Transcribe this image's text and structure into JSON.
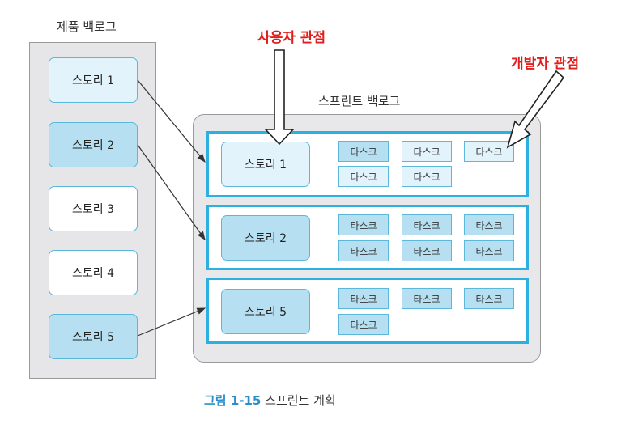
{
  "product_backlog": {
    "title": "제품 백로그",
    "stories": [
      "스토리 1",
      "스토리 2",
      "스토리 3",
      "스토리 4",
      "스토리 5"
    ]
  },
  "sprint_backlog": {
    "title": "스프린트 백로그",
    "rows": [
      {
        "story": "스토리 1",
        "tasks": [
          "타스크",
          "타스크",
          "타스크",
          "타스크",
          "타스크"
        ]
      },
      {
        "story": "스토리 2",
        "tasks": [
          "타스크",
          "타스크",
          "타스크",
          "타스크",
          "타스크",
          "타스크"
        ]
      },
      {
        "story": "스토리 5",
        "tasks": [
          "타스크",
          "타스크",
          "타스크",
          "타스크"
        ]
      }
    ]
  },
  "perspectives": {
    "user": "사용자 관점",
    "developer": "개발자 관점"
  },
  "caption": {
    "number": "그림 1-15",
    "text": "스프린트 계획"
  },
  "colors": {
    "accent_border": "#2bb0e0",
    "story_light": "#e2f3fb",
    "story_mid": "#b6e0f2",
    "label_red": "#e01e1e",
    "caption_blue": "#2a8fc9"
  }
}
